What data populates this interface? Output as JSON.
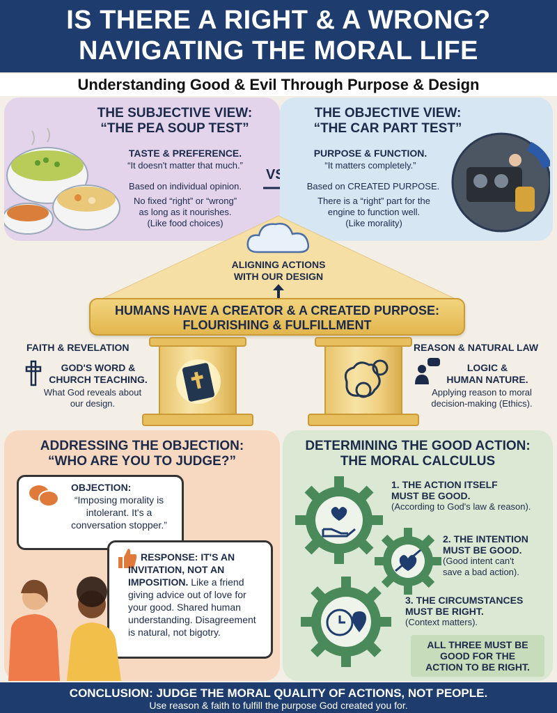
{
  "header": {
    "title_line1": "IS THERE A RIGHT & A WRONG?",
    "title_line2": "NAVIGATING THE MORAL LIFE",
    "subtitle": "Understanding Good & Evil Through Purpose & Design"
  },
  "subjective": {
    "title_line1": "THE SUBJECTIVE VIEW:",
    "title_line2": "“THE PEA SOUP TEST”",
    "lines": [
      "TASTE & PREFERENCE.",
      "“It doesn't matter that much.”",
      "Based on individual opinion.",
      "No fixed “right” or “wrong”",
      "as long as it nourishes.",
      "(Like food choices)"
    ]
  },
  "vs_label": "VS.",
  "objective": {
    "title_line1": "THE OBJECTIVE VIEW:",
    "title_line2": "“THE CAR PART TEST”",
    "lines": [
      "PURPOSE & FUNCTION.",
      "“It matters completely.”",
      "Based on CREATED PURPOSE.",
      "There is a “right” part for the",
      "engine to function well.",
      "(Like morality)"
    ]
  },
  "temple": {
    "aligning_line1": "ALIGNING ACTIONS",
    "aligning_line2": "WITH OUR DESIGN",
    "beam_line1": "HUMANS HAVE A CREATOR & A CREATED PURPOSE:",
    "beam_line2": "FLOURISHING & FULFILLMENT"
  },
  "faith": {
    "title": "FAITH & REVELATION",
    "line1": "GOD'S WORD &",
    "line2": "CHURCH TEACHING.",
    "line3": "What God reveals about",
    "line4": "our design."
  },
  "reason": {
    "title": "REASON & NATURAL LAW",
    "line1": "LOGIC &",
    "line2": "HUMAN NATURE.",
    "line3": "Applying reason to moral",
    "line4": "decision-making (Ethics)."
  },
  "objection_section": {
    "title_line1": "ADDRESSING THE OBJECTION:",
    "title_line2": "“WHO ARE YOU TO JUDGE?”",
    "objection_label": "OBJECTION:",
    "objection_lines": [
      "“Imposing morality is",
      "intolerant. It's a",
      "conversation stopper.”"
    ],
    "response_lines": [
      "RESPONSE: IT'S AN",
      "INVITATION, NOT AN",
      "IMPOSITION. Like a friend",
      "giving advice out of love for",
      "your good. Shared human",
      "understanding. Disagreement",
      "is natural, not bigotry."
    ]
  },
  "calculus_section": {
    "title_line1": "DETERMINING THE GOOD ACTION:",
    "title_line2": "THE MORAL CALCULUS",
    "items": [
      {
        "h1": "1. THE ACTION ITSELF",
        "h2": "MUST BE GOOD.",
        "note": "(According to God's law & reason)."
      },
      {
        "h1": "2. THE INTENTION",
        "h2": "MUST BE GOOD.",
        "note1": "(Good intent can't",
        "note2": "save a bad action)."
      },
      {
        "h1": "3. THE CIRCUMSTANCES",
        "h2": "MUST BE RIGHT.",
        "note": "(Context matters)."
      }
    ],
    "all_three_line1": "ALL THREE MUST BE",
    "all_three_line2": "GOOD FOR THE",
    "all_three_line3": "ACTION TO BE RIGHT."
  },
  "footer": {
    "conclusion": "CONCLUSION: JUDGE THE MORAL QUALITY OF ACTIONS, NOT PEOPLE.",
    "sub": "Use reason & faith to fulfill the purpose God created you for."
  },
  "colors": {
    "navy": "#1e3d6e",
    "subjective_bg": "#e3d4ec",
    "objective_bg": "#d6e6f3",
    "gold": "#e7bf5f",
    "objection_bg": "#f7d9c2",
    "calculus_bg": "#dbe9d4",
    "gear_green": "#4a8a5a"
  }
}
